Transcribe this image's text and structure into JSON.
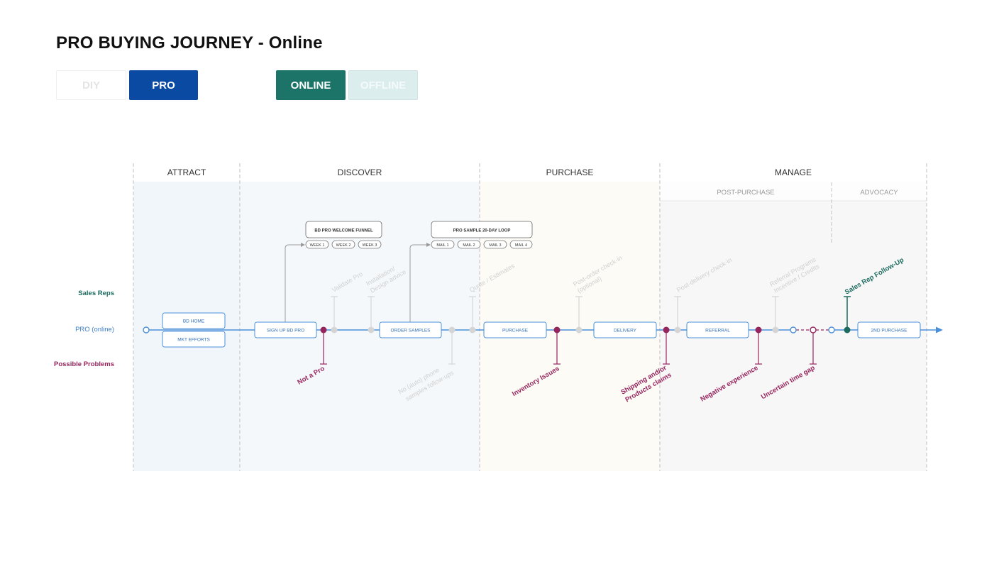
{
  "title": "PRO BUYING JOURNEY - Online",
  "toggles": {
    "diy": "DIY",
    "pro": "PRO",
    "online": "ONLINE",
    "offline": "OFFLINE"
  },
  "phases": {
    "attract": "ATTRACT",
    "discover": "DISCOVER",
    "purchase": "PURCHASE",
    "manage": "MANAGE",
    "post_purchase": "POST-PURCHASE",
    "advocacy": "ADVOCACY"
  },
  "lanes": {
    "sales_reps": "Sales Reps",
    "pro_online": "PRO (online)",
    "possible_problems": "Possible Problems"
  },
  "steps": {
    "bd_home": "BD HOME",
    "mkt_efforts": "MKT EFFORTS",
    "sign_up": "SIGN UP BD PRO",
    "order_samples": "ORDER SAMPLES",
    "purchase": "PURCHASE",
    "delivery": "DELIVERY",
    "referral": "REFERRAL",
    "second_purchase": "2ND PURCHASE"
  },
  "funnels": {
    "welcome": {
      "title": "BD PRO WELCOME FUNNEL",
      "items": [
        "WEEK 1",
        "WEEK 2",
        "WEEK 3"
      ]
    },
    "sample_loop": {
      "title": "PRO SAMPLE 20-DAY LOOP",
      "items": [
        "MAIL 1",
        "MAIL 2",
        "MAIL 3",
        "MAIL 4"
      ]
    }
  },
  "touchpoints_faded": {
    "validate_pro": "Validate Pro",
    "installation_1": "Installation/",
    "installation_2": "Design advice",
    "quote": "Quote / Estimates",
    "post_order_1": "Post-order check-in",
    "post_order_2": "(optional)",
    "post_delivery": "Post-delivery check-in",
    "referral_programs_1": "Referral Programs",
    "referral_programs_2": "Incentive / Credits",
    "phone_1": "No (auto) phone",
    "phone_2": "samples follow-ups"
  },
  "sales_rep_followup": "Sales Rep Follow-Up",
  "problems": {
    "not_a_pro": "Not a Pro",
    "inventory": "Inventory Issues",
    "shipping_1": "Shipping and/or",
    "shipping_2": "Products claims",
    "negative": "Negative experience",
    "time_gap": "Uncertain time gap"
  },
  "colors": {
    "line": "#4a8fd9",
    "problem": "#96245d",
    "sales": "#1b6b5f",
    "faded": "#d5d5d5",
    "attract_bg": "#f1f6fa",
    "discover_bg": "#f5f8fb",
    "purchase_bg": "#fdfbf6",
    "manage_bg": "#f8f7f8"
  }
}
